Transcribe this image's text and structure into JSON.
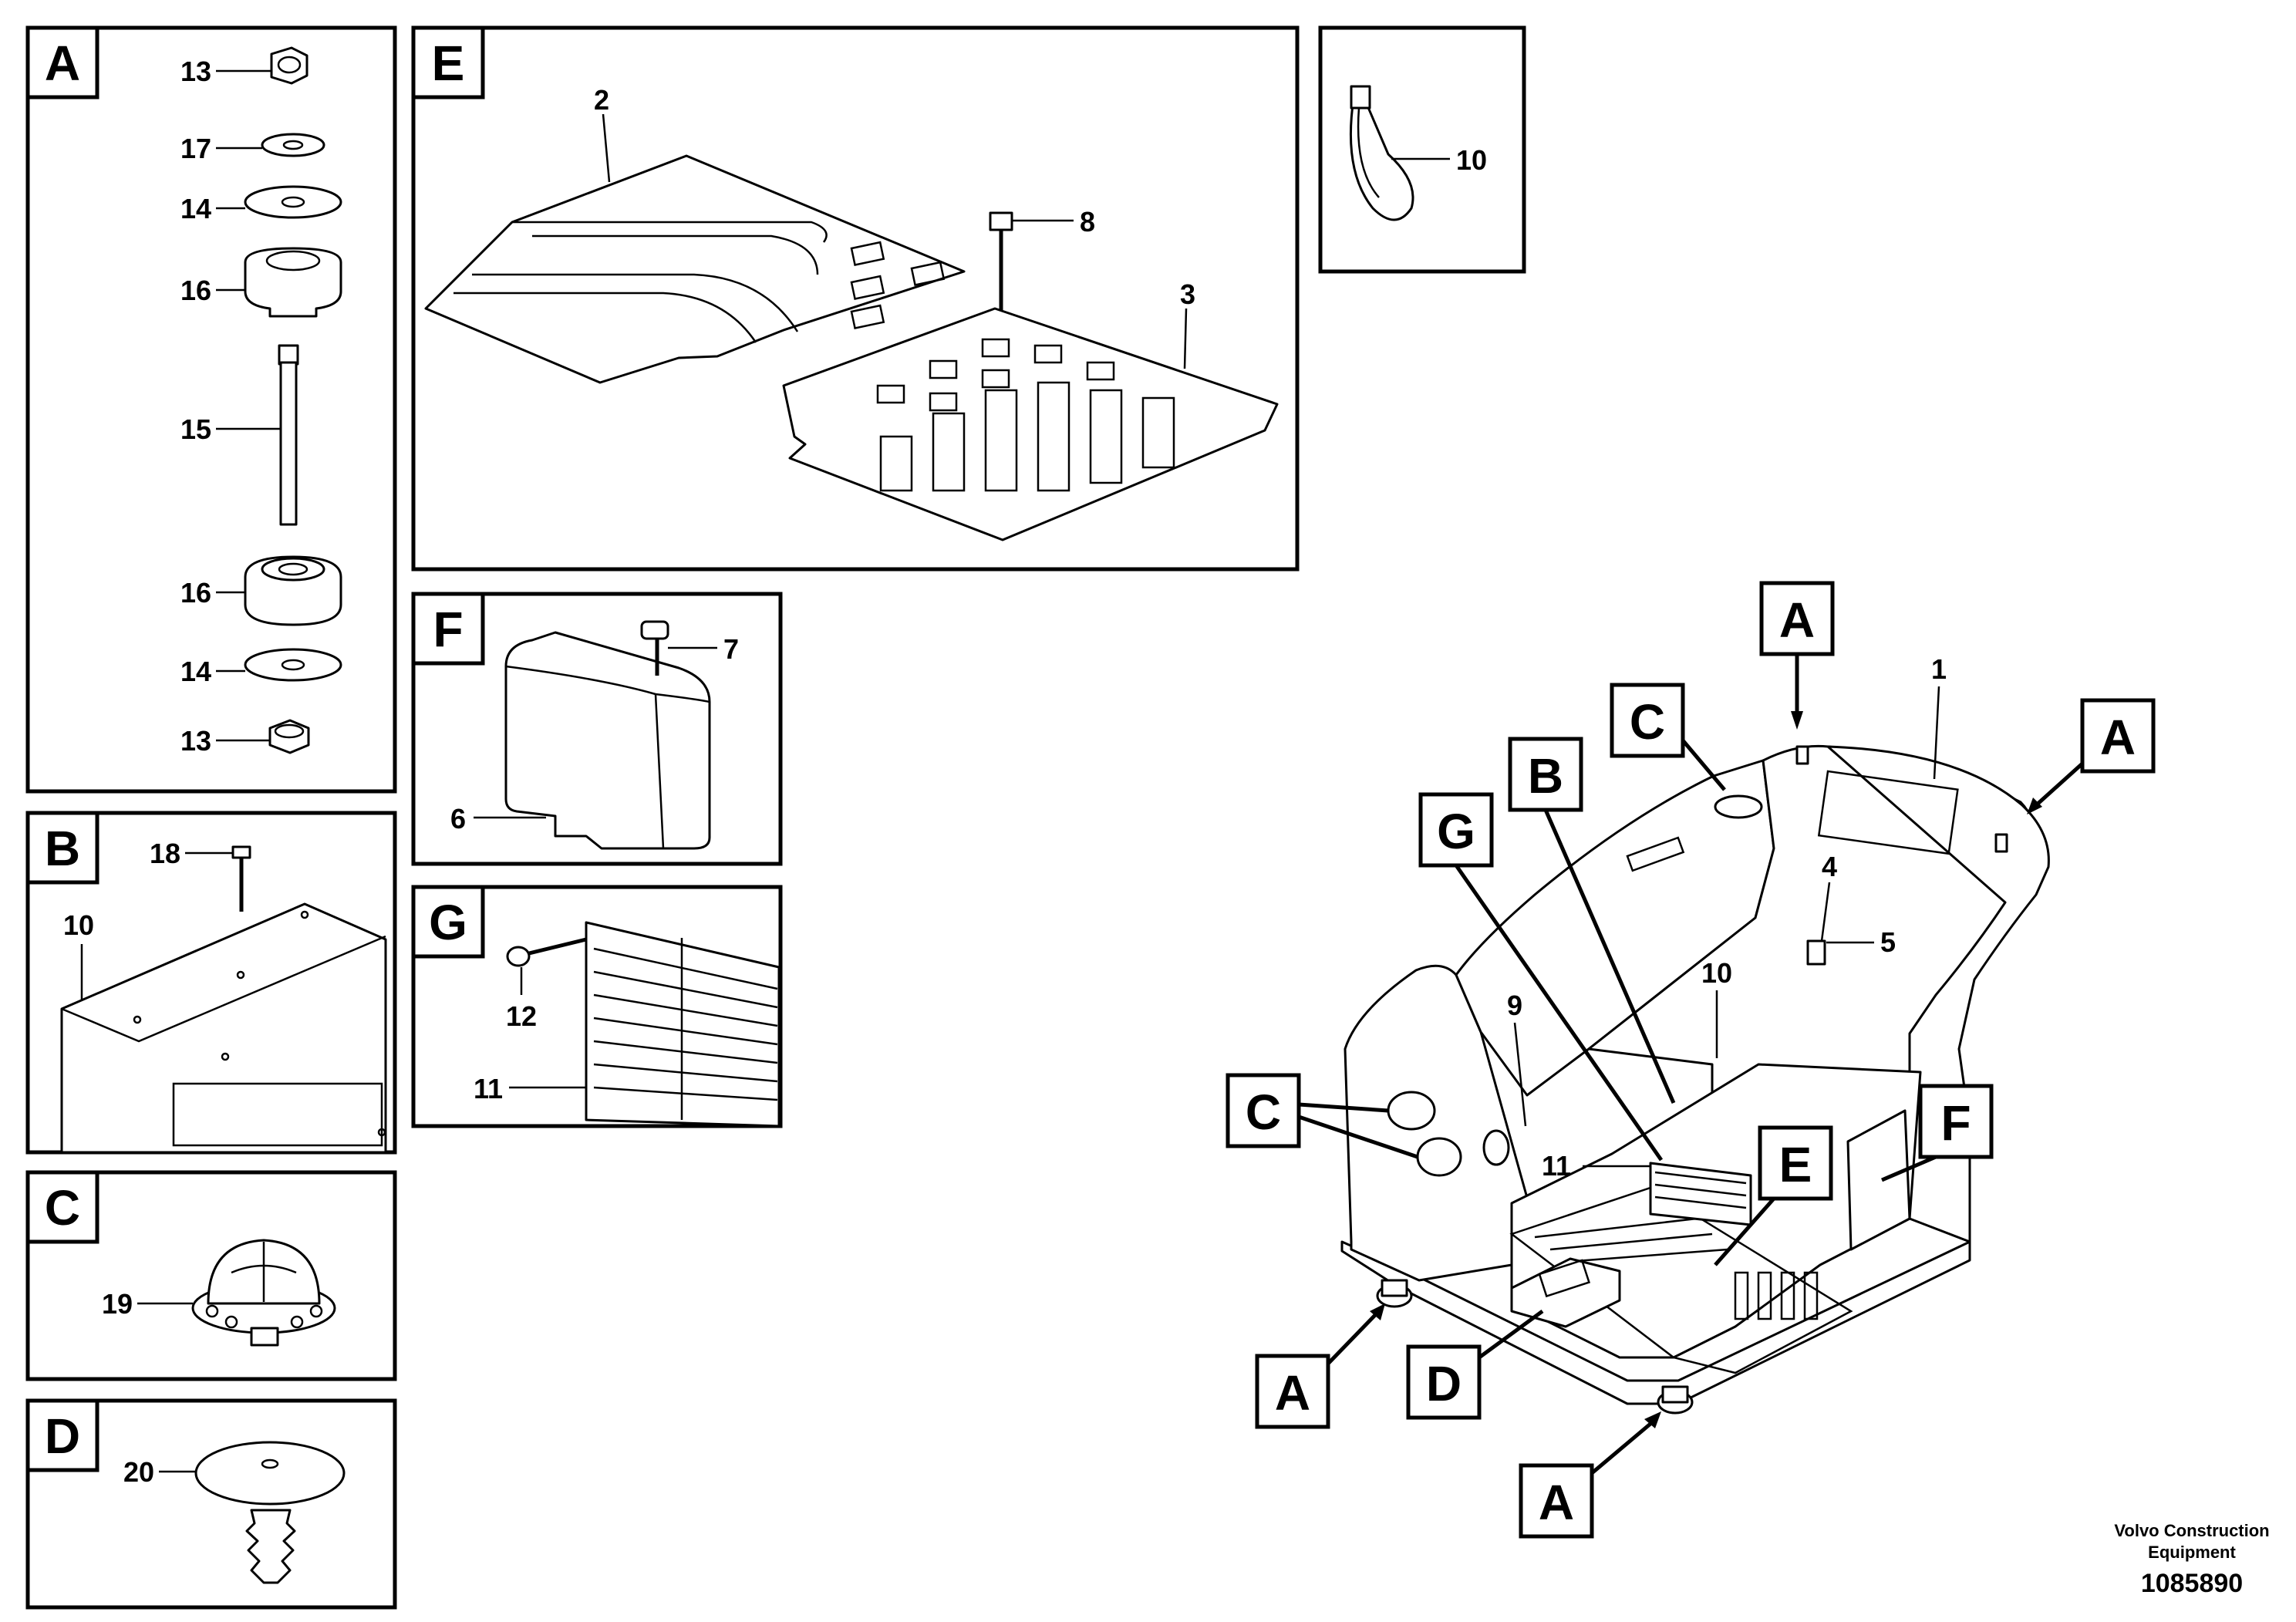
{
  "panels": {
    "A": {
      "letter": "A",
      "labels": [
        "13",
        "17",
        "14",
        "16",
        "15",
        "16",
        "14",
        "13"
      ]
    },
    "B": {
      "letter": "B",
      "labels": [
        "18",
        "10"
      ]
    },
    "C": {
      "letter": "C",
      "labels": [
        "19"
      ]
    },
    "D": {
      "letter": "D",
      "labels": [
        "20"
      ]
    },
    "E": {
      "letter": "E",
      "labels": [
        "2",
        "8",
        "3"
      ]
    },
    "F": {
      "letter": "F",
      "labels": [
        "7",
        "6"
      ]
    },
    "G": {
      "letter": "G",
      "labels": [
        "12",
        "11"
      ]
    },
    "tie": {
      "labels": [
        "10"
      ]
    }
  },
  "main": {
    "callouts": [
      "A",
      "A",
      "C",
      "B",
      "G",
      "C",
      "F",
      "E",
      "A",
      "D",
      "A"
    ],
    "labels": [
      "1",
      "4",
      "5",
      "10",
      "9",
      "11"
    ]
  },
  "footer": {
    "company_line1": "Volvo Construction",
    "company_line2": "Equipment",
    "drawing_number": "1085890"
  }
}
